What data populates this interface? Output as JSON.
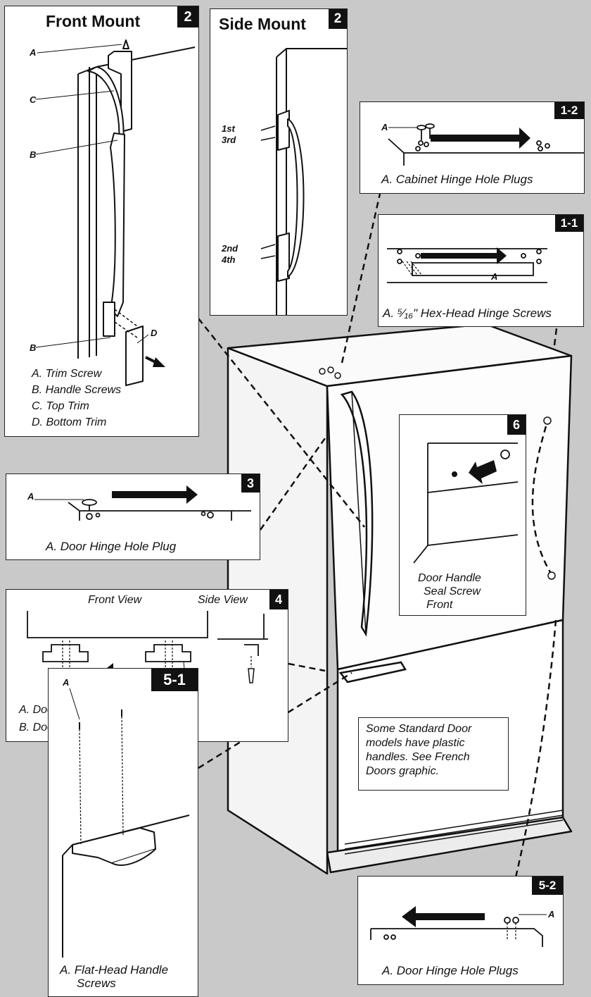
{
  "front_mount": {
    "title": "Front Mount",
    "badge": "2",
    "labels": {
      "a": "A",
      "c": "C",
      "b1": "B",
      "b2": "B",
      "d": "D"
    },
    "legend": [
      "A. Trim Screw",
      "B. Handle Screws",
      "C. Top Trim",
      "D. Bottom Trim"
    ]
  },
  "side_mount": {
    "title": "Side Mount",
    "badge": "2",
    "labels": {
      "first": "1st",
      "third": "3rd",
      "second": "2nd",
      "fourth": "4th"
    }
  },
  "panel_1_2": {
    "badge": "1-2",
    "label_a": "A",
    "caption": "A. Cabinet Hinge Hole Plugs"
  },
  "panel_1_1": {
    "badge": "1-1",
    "label_a": "A",
    "caption": "A. ⁵⁄₁₆\" Hex-Head Hinge Screws"
  },
  "panel_3": {
    "badge": "3",
    "label_a": "A",
    "caption": "A. Door Hinge Hole Plug"
  },
  "panel_4": {
    "badge": "4",
    "front_view": "Front View",
    "side_view": "Side View",
    "label_a": "A",
    "label_b": "B",
    "legend": [
      "A. Door Stop Screws",
      "B. Door Stop"
    ]
  },
  "panel_6": {
    "badge": "6",
    "caption_lines": [
      "Door Handle",
      "Seal Screw",
      "Front"
    ]
  },
  "note": {
    "lines": [
      "Some Standard Door",
      "models have plastic",
      "handles. See French",
      "Doors graphic."
    ]
  },
  "panel_5_1": {
    "badge": "5-1",
    "label_a": "A",
    "caption_lines": [
      "A. Flat-Head Handle",
      "Screws"
    ]
  },
  "panel_5_2": {
    "badge": "5-2",
    "label_a": "A",
    "caption": "A. Door Hinge Hole Plugs"
  }
}
